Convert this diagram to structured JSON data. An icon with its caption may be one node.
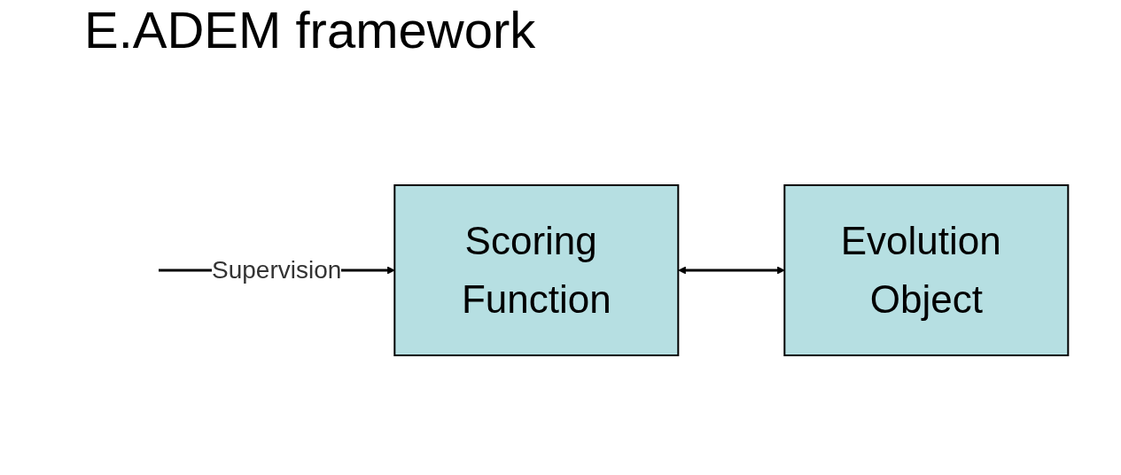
{
  "diagram": {
    "title": "E.ADEM framework",
    "nodes": [
      {
        "text": [
          "Evolution Object"
        ]
      },
      {
        "text": [
          "Scoring Function"
        ]
      }
    ],
    "edges": [
      {
        "from": 1,
        "to": 0,
        "arrow": "both"
      },
      {
        "from": null,
        "to": 1,
        "arrow": "to",
        "label": "Supervision"
      }
    ]
  }
}
